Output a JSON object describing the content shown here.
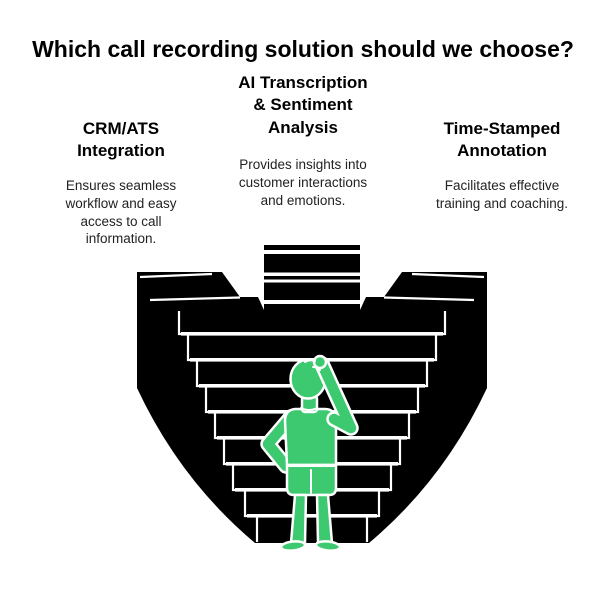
{
  "title": "Which call recording solution should we choose?",
  "options": [
    {
      "heading": "CRM/ATS\nIntegration",
      "description": "Ensures seamless\nworkflow and easy\naccess to call\ninformation."
    },
    {
      "heading": "AI Transcription\n& Sentiment\nAnalysis",
      "description": "Provides insights into\ncustomer interactions\nand emotions."
    },
    {
      "heading": "Time-Stamped\nAnnotation",
      "description": "Facilitates effective\ntraining and coaching."
    }
  ],
  "illustration": {
    "name": "confused-person-facing-branching-staircase",
    "figure": "person-scratching-head-seen-from-behind",
    "colors": {
      "structure": "#000000",
      "figure": "#3DC970",
      "outline": "#FFFFFF",
      "background": "#FFFFFF",
      "text": "#000000",
      "body_text": "#222222"
    }
  }
}
